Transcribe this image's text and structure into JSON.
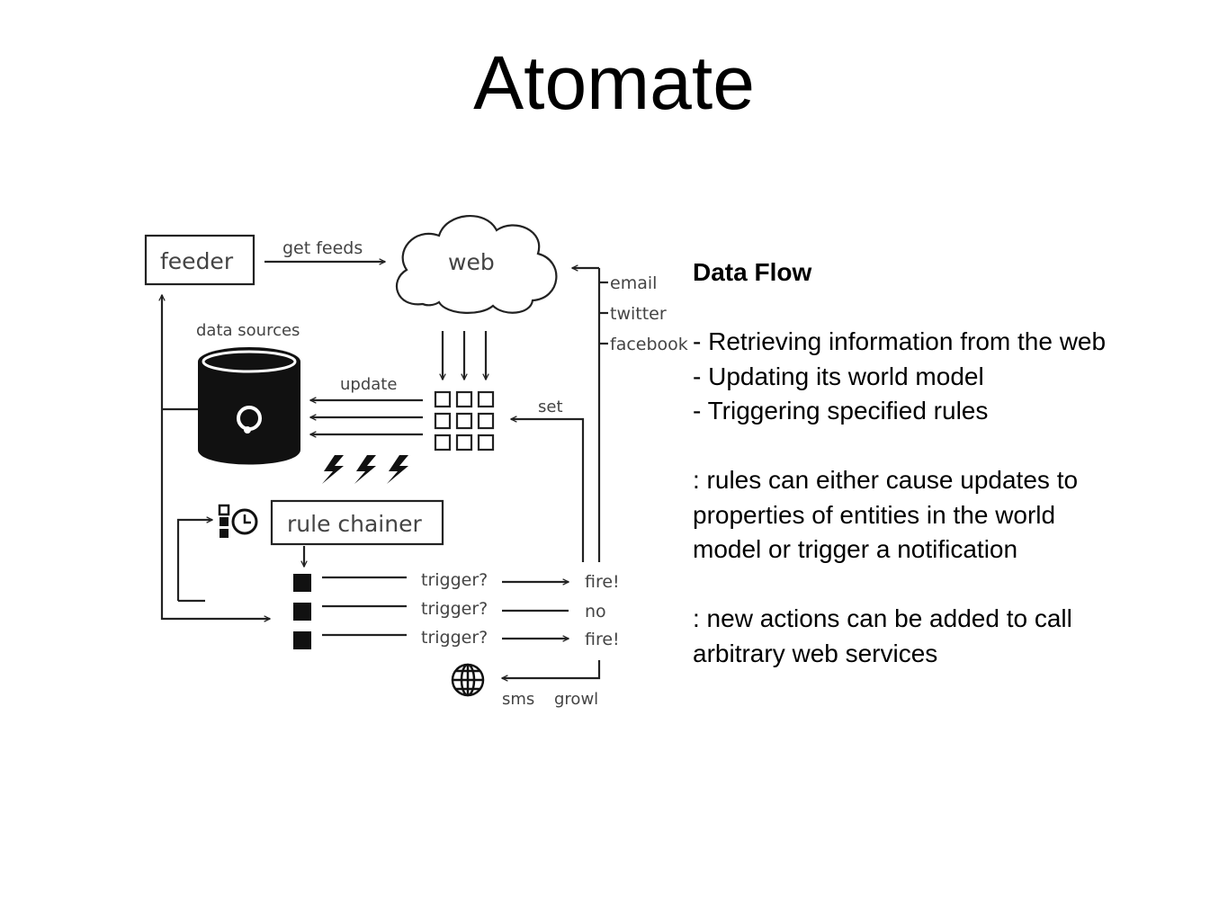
{
  "title": "Atomate",
  "diagram": {
    "feeder": "feeder",
    "get_feeds": "get feeds",
    "web": "web",
    "email": "email",
    "twitter": "twitter",
    "facebook": "facebook",
    "data_sources": "data sources",
    "update": "update",
    "set": "set",
    "rule_chainer": "rule chainer",
    "triggers": [
      {
        "label": "trigger?",
        "result": "fire!"
      },
      {
        "label": "trigger?",
        "result": "no"
      },
      {
        "label": "trigger?",
        "result": "fire!"
      }
    ],
    "sms": "sms",
    "growl": "growl"
  },
  "notes": {
    "heading": "Data Flow",
    "bullets": [
      "- Retrieving information from the web",
      "- Updating its world model",
      "- Triggering specified rules"
    ],
    "note1_lines": [
      ": rules can either cause updates to",
      "properties of entities in the world",
      "model or trigger a notification"
    ],
    "note2_lines": [
      ": new actions can be added to call",
      "arbitrary web services"
    ]
  }
}
